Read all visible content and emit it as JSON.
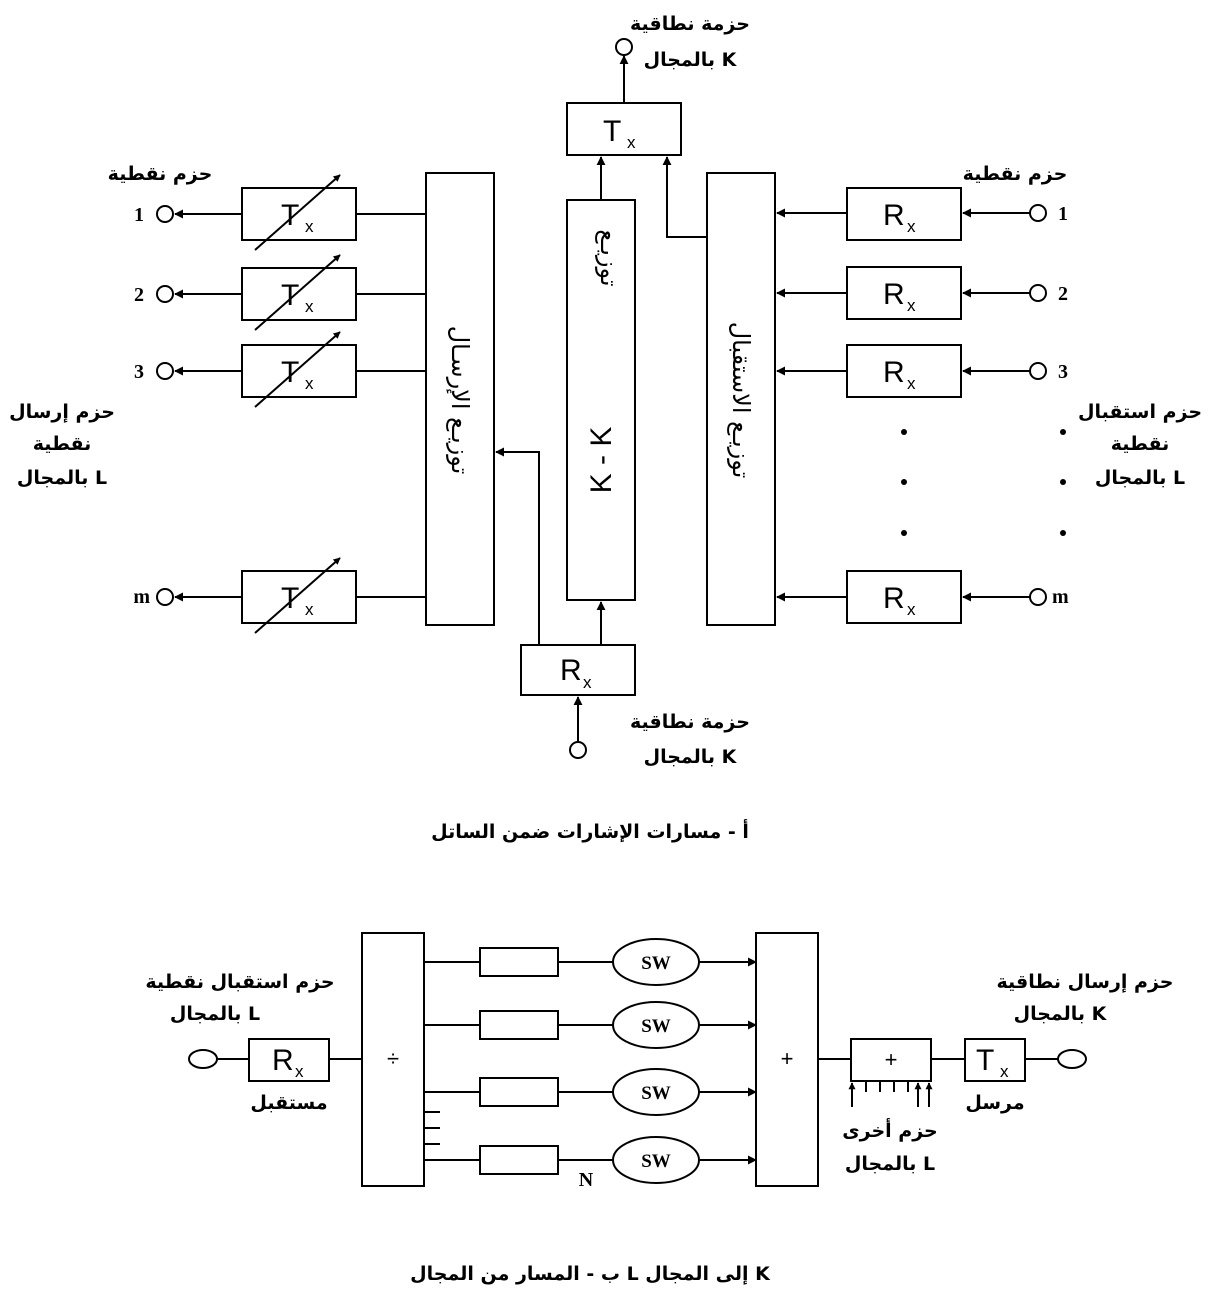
{
  "top": {
    "out_label_1": "حزمة نطاقية",
    "out_label_2": "بالمجال K",
    "in_label_1": "حزمة نطاقية",
    "in_label_2": "بالمجال K",
    "tx": "T",
    "tx_sub": "x",
    "rx": "R",
    "rx_sub": "x",
    "left_header": "حزم نقطية",
    "right_header": "حزم نقطية",
    "left_group": [
      "حزم إرسال",
      "نقطية",
      "بالمجال L"
    ],
    "right_group": [
      "حزم استقبال",
      "نقطية",
      "بالمجال L"
    ],
    "tx_dist": "توزيـع الإرسـال",
    "kk_dist_word": "توزيـع",
    "kk_dist_label": "K - K",
    "rx_dist": "توزيـع الاستقبال",
    "ports": [
      "1",
      "2",
      "3",
      "m"
    ],
    "caption": "أ - مسارات الإشارات ضمن الساتل"
  },
  "bottom": {
    "rx_label_1": "حزم استقبال نقطية",
    "rx_label_2": "بالمجال L",
    "tx_label_1": "حزم إرسال نطاقية",
    "tx_label_2": "بالمجال K",
    "receiver": "مستقبل",
    "transmitter": "مرسل",
    "divider": "÷",
    "combiner": "+",
    "adder": "+",
    "sw": "SW",
    "n_label": "N",
    "others_1": "حزم أخرى",
    "others_2": "بالمجال L",
    "rx": "R",
    "rx_sub": "x",
    "tx": "T",
    "tx_sub": "x",
    "caption": "ب - المسار من المجال  L  إلى المجال K"
  }
}
